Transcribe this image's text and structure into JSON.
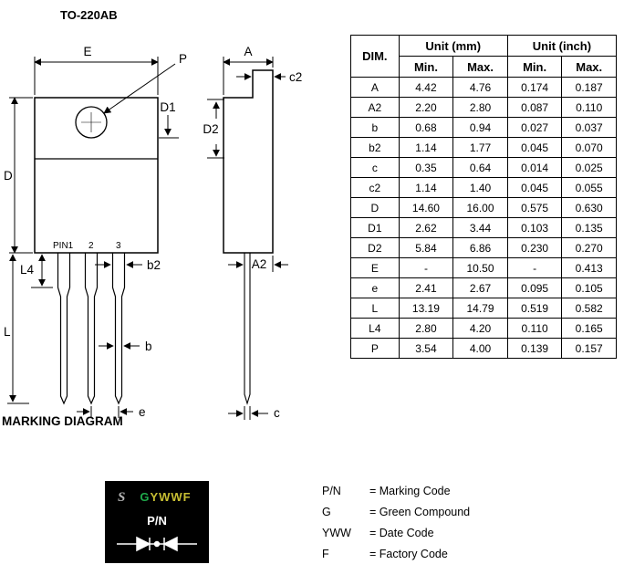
{
  "title": "TO-220AB",
  "drawing": {
    "labels": {
      "E": "E",
      "P": "P",
      "D1": "D1",
      "D": "D",
      "L4": "L4",
      "L": "L",
      "b2": "b2",
      "b": "b",
      "e": "e",
      "A": "A",
      "c2": "c2",
      "D2": "D2",
      "A2": "A2",
      "c": "c"
    },
    "pins": {
      "pin1": "PIN1",
      "pin2": "2",
      "pin3": "3"
    }
  },
  "table": {
    "dim_header": "DIM.",
    "mm_header": "Unit (mm)",
    "inch_header": "Unit (inch)",
    "min_label": "Min.",
    "max_label": "Max.",
    "rows": [
      {
        "dim": "A",
        "mm_min": "4.42",
        "mm_max": "4.76",
        "in_min": "0.174",
        "in_max": "0.187"
      },
      {
        "dim": "A2",
        "mm_min": "2.20",
        "mm_max": "2.80",
        "in_min": "0.087",
        "in_max": "0.110"
      },
      {
        "dim": "b",
        "mm_min": "0.68",
        "mm_max": "0.94",
        "in_min": "0.027",
        "in_max": "0.037"
      },
      {
        "dim": "b2",
        "mm_min": "1.14",
        "mm_max": "1.77",
        "in_min": "0.045",
        "in_max": "0.070"
      },
      {
        "dim": "c",
        "mm_min": "0.35",
        "mm_max": "0.64",
        "in_min": "0.014",
        "in_max": "0.025"
      },
      {
        "dim": "c2",
        "mm_min": "1.14",
        "mm_max": "1.40",
        "in_min": "0.045",
        "in_max": "0.055"
      },
      {
        "dim": "D",
        "mm_min": "14.60",
        "mm_max": "16.00",
        "in_min": "0.575",
        "in_max": "0.630"
      },
      {
        "dim": "D1",
        "mm_min": "2.62",
        "mm_max": "3.44",
        "in_min": "0.103",
        "in_max": "0.135"
      },
      {
        "dim": "D2",
        "mm_min": "5.84",
        "mm_max": "6.86",
        "in_min": "0.230",
        "in_max": "0.270"
      },
      {
        "dim": "E",
        "mm_min": "-",
        "mm_max": "10.50",
        "in_min": "-",
        "in_max": "0.413"
      },
      {
        "dim": "e",
        "mm_min": "2.41",
        "mm_max": "2.67",
        "in_min": "0.095",
        "in_max": "0.105"
      },
      {
        "dim": "L",
        "mm_min": "13.19",
        "mm_max": "14.79",
        "in_min": "0.519",
        "in_max": "0.582"
      },
      {
        "dim": "L4",
        "mm_min": "2.80",
        "mm_max": "4.20",
        "in_min": "0.110",
        "in_max": "0.165"
      },
      {
        "dim": "P",
        "mm_min": "3.54",
        "mm_max": "4.00",
        "in_min": "0.139",
        "in_max": "0.157"
      }
    ]
  },
  "marking": {
    "heading": "MARKING DIAGRAM",
    "logo": "S",
    "green_char": "G",
    "code_rest": "YWWF",
    "part_number": "P/N",
    "legend": [
      {
        "key": "P/N",
        "value": "= Marking Code"
      },
      {
        "key": "G",
        "value": "= Green Compound"
      },
      {
        "key": "YWW",
        "value": "= Date Code"
      },
      {
        "key": "F",
        "value": "= Factory Code"
      }
    ]
  },
  "colors": {
    "green": "#1faa4b",
    "yellow": "#c8bf33",
    "logo_gray": "#b5b5b5",
    "marking_bg": "#000000"
  }
}
